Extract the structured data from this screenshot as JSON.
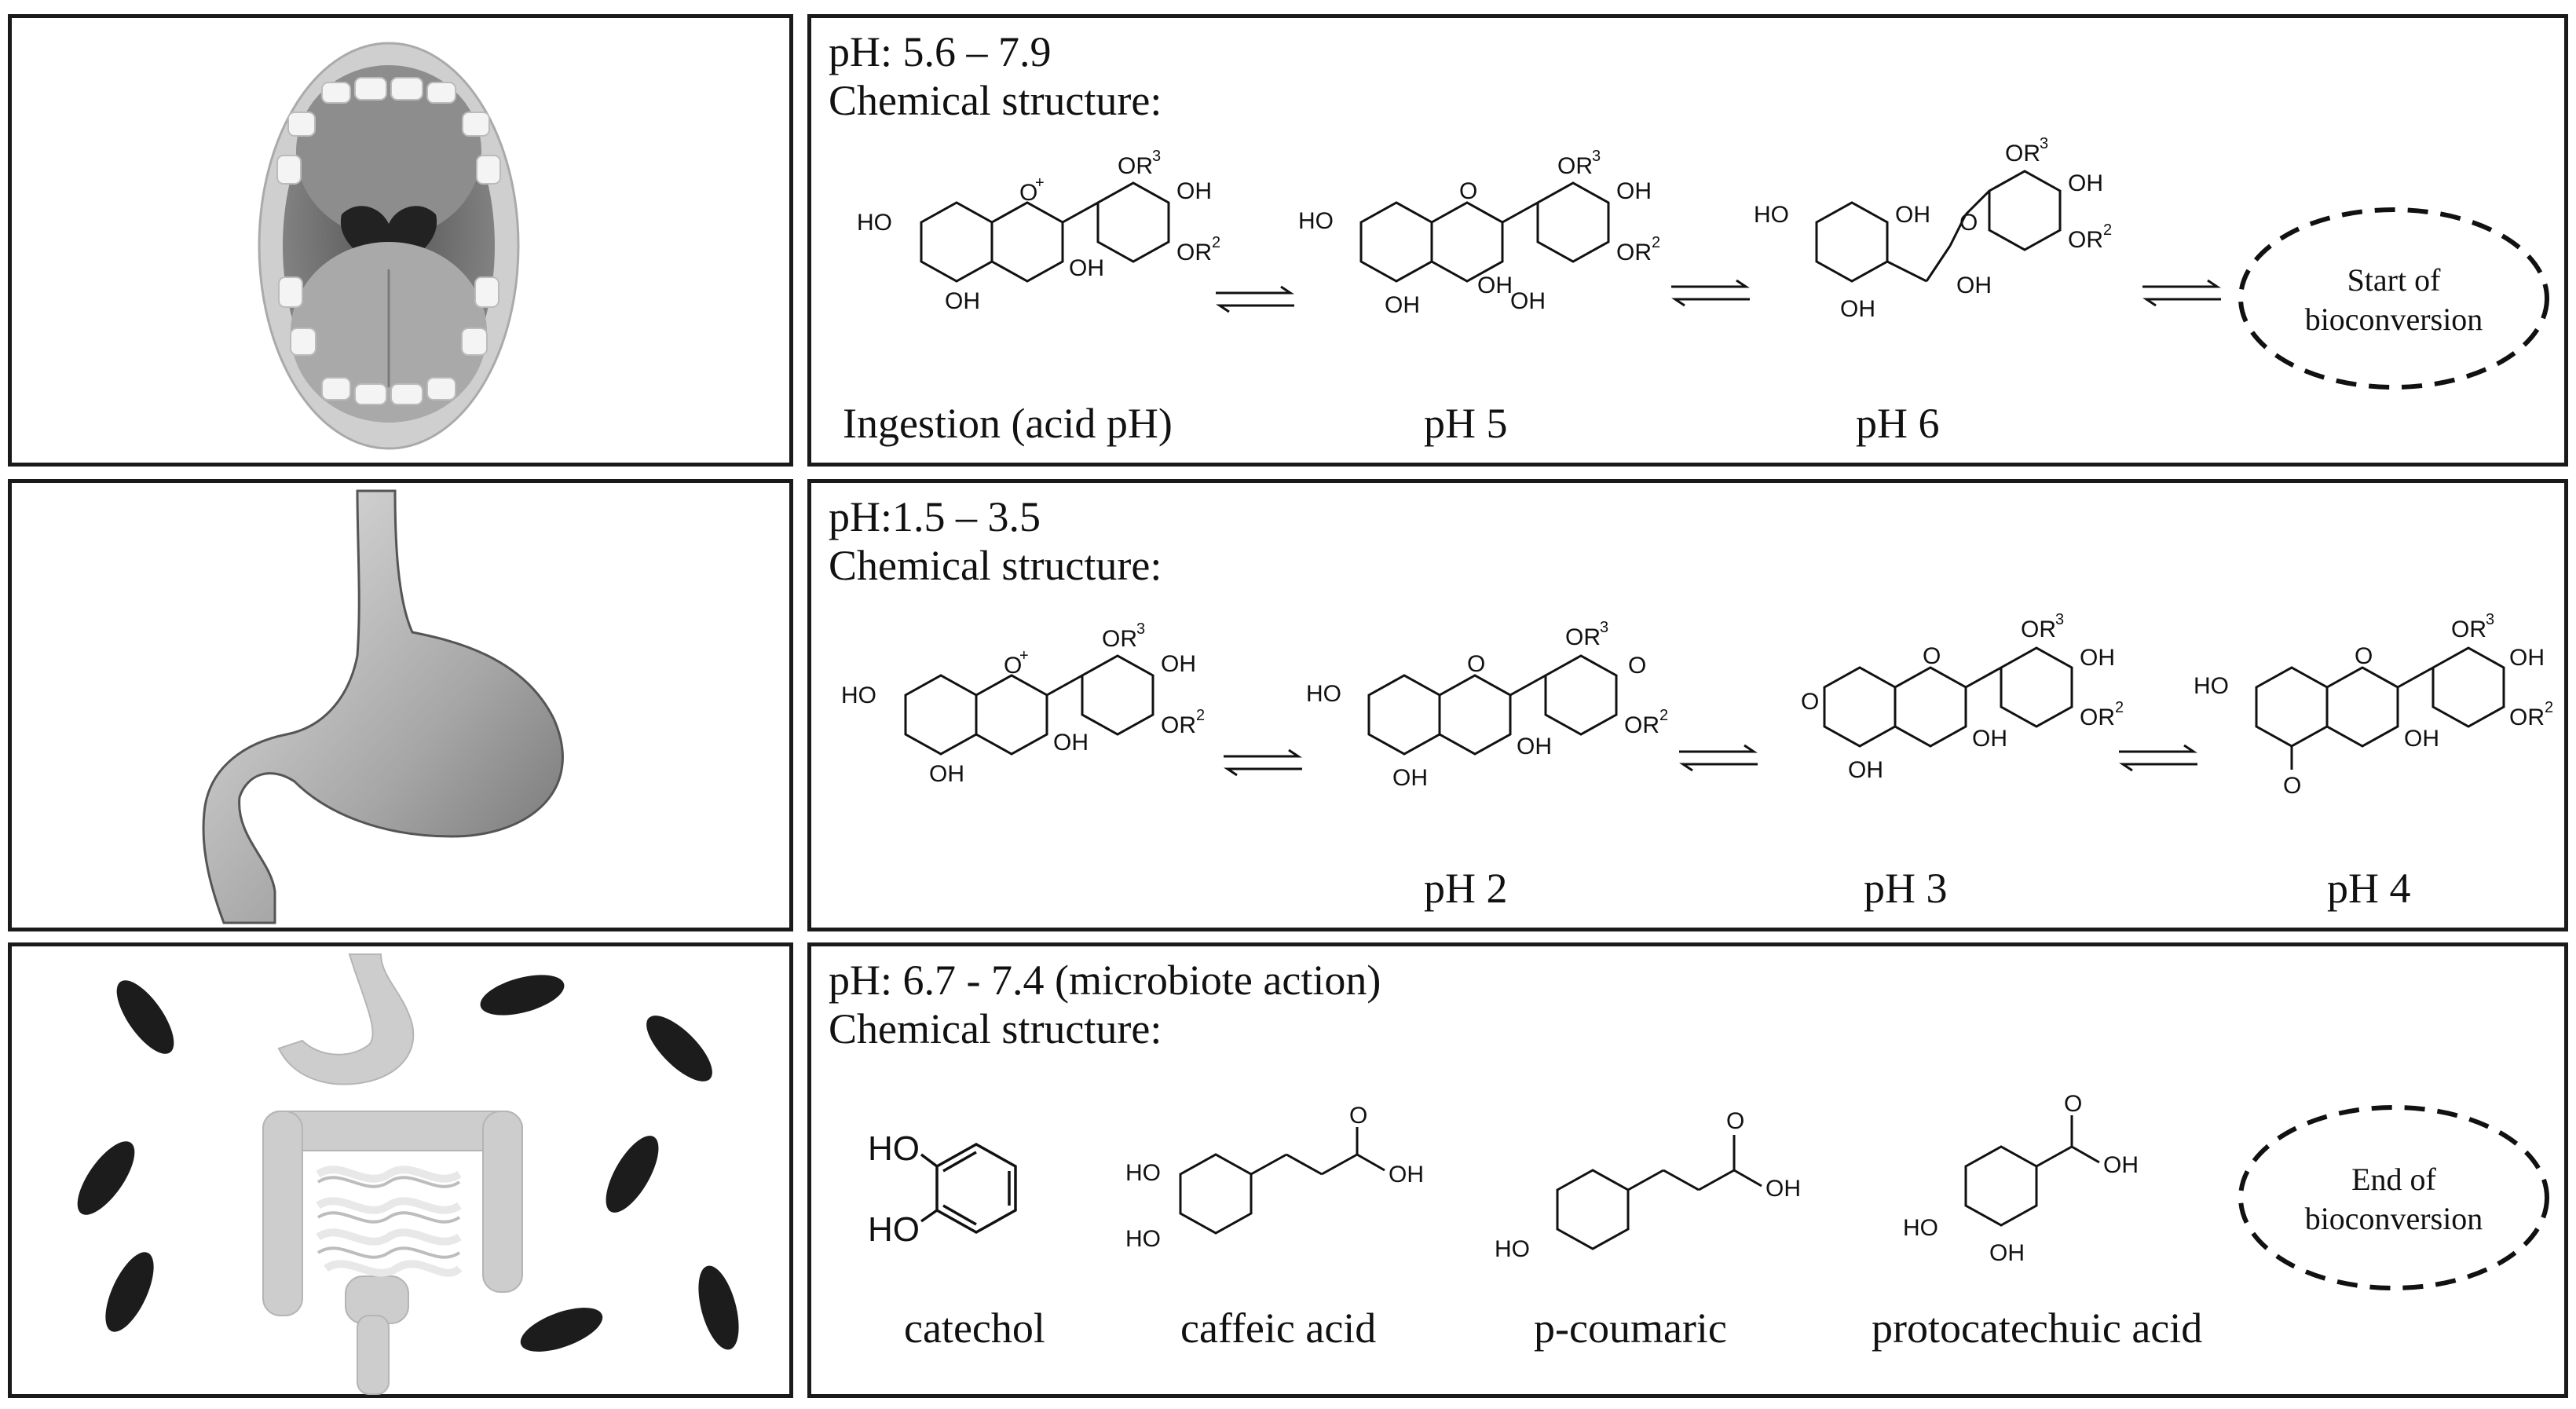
{
  "rows": [
    {
      "organ": "mouth-icon",
      "ph": "pH: 5.6 – 7.9",
      "chem_title": "Chemical structure:",
      "labels": [
        "Ingestion (acid pH)",
        "pH 5",
        "pH 6"
      ],
      "oval": [
        "Start of",
        "bioconversion"
      ]
    },
    {
      "organ": "stomach-icon",
      "ph": "pH:1.5 – 3.5",
      "chem_title": "Chemical structure:",
      "labels": [
        "pH 2",
        "pH 3",
        "pH 4"
      ]
    },
    {
      "organ": "intestine-bacteria-icon",
      "ph": "pH: 6.7 -  7.4 (microbiote action)",
      "chem_title": "Chemical structure:",
      "labels": [
        "catechol",
        "caffeic acid",
        "p-coumaric",
        "protocatechuic acid"
      ],
      "oval": [
        "End of",
        "bioconversion"
      ]
    }
  ],
  "atoms": {
    "oh": "OH",
    "ho": "HO",
    "o": "O",
    "or2": "OR",
    "or3": "OR",
    "r2": "2",
    "r3": "3",
    "plus": "+"
  }
}
